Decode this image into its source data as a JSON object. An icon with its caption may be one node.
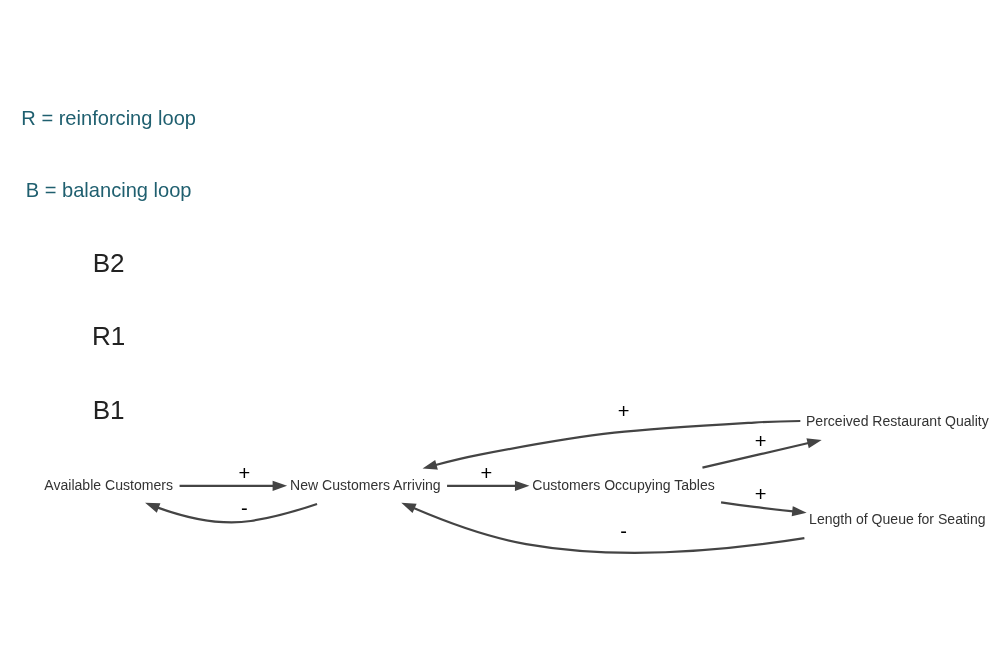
{
  "diagram": {
    "nodes": [
      {
        "text": [
          "Available Customers"
        ]
      },
      {
        "text": [
          "New Customers Arriving"
        ]
      },
      {
        "text": [
          "Perceived Restaurant Quality"
        ]
      },
      {
        "text": [
          "Customers Occupying Tables"
        ]
      },
      {
        "text": [
          "Length of Queue for Seating"
        ]
      }
    ],
    "edges": [
      {
        "from": 1,
        "to": 0,
        "arrow": "to",
        "label": "-"
      },
      {
        "from": 0,
        "to": 1,
        "arrow": "to",
        "label": "+"
      },
      {
        "from": 2,
        "to": 1,
        "arrow": "to",
        "label": "+"
      },
      {
        "from": 1,
        "to": 3,
        "arrow": "to",
        "label": "+"
      },
      {
        "from": 3,
        "to": 2,
        "arrow": "to",
        "label": "+"
      },
      {
        "from": 3,
        "to": 4,
        "arrow": "to",
        "label": "+"
      },
      {
        "from": 4,
        "to": 1,
        "arrow": "to",
        "label": "-"
      }
    ],
    "labels": [
      "B1",
      "R1",
      "B2",
      "B = balancing loop",
      "R = reinforcing loop"
    ]
  }
}
